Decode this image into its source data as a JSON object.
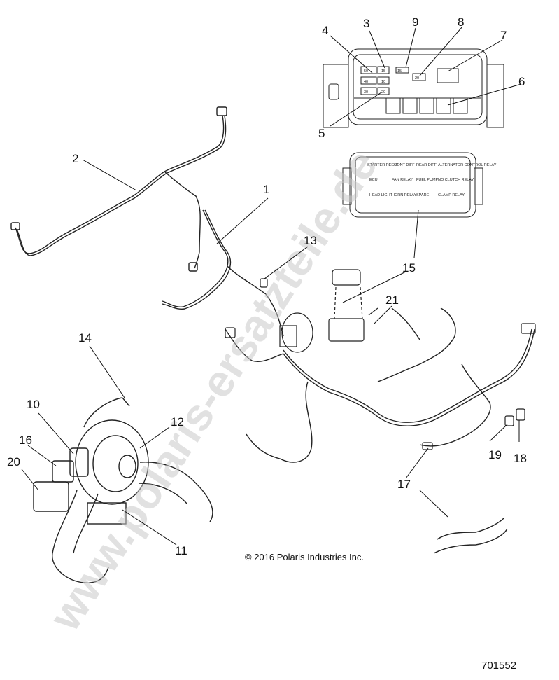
{
  "callouts": [
    {
      "num": "1"
    },
    {
      "num": "2"
    },
    {
      "num": "3"
    },
    {
      "num": "4"
    },
    {
      "num": "5"
    },
    {
      "num": "6"
    },
    {
      "num": "7"
    },
    {
      "num": "8"
    },
    {
      "num": "9"
    },
    {
      "num": "10"
    },
    {
      "num": "11"
    },
    {
      "num": "12"
    },
    {
      "num": "13"
    },
    {
      "num": "14"
    },
    {
      "num": "15"
    },
    {
      "num": "16"
    },
    {
      "num": "17"
    },
    {
      "num": "18"
    },
    {
      "num": "19"
    },
    {
      "num": "20"
    },
    {
      "num": "21"
    }
  ],
  "fuse_box_labels": [
    "50",
    "40",
    "30",
    "20",
    "15",
    "10",
    "15",
    "20"
  ],
  "relay_box_labels": [
    "STARTER RELAY",
    "FRONT DIFF",
    "REAR DIFF",
    "ALTERNATOR CONTROL RELAY",
    "ECU",
    "FAN RELAY",
    "FUEL PUMP",
    "NO CLUTCH RELAY",
    "HEAD LIGHT",
    "HORN RELAY",
    "SPARE",
    "CLAMP RELAY"
  ],
  "copyright": "© 2016 Polaris Industries Inc.",
  "part_number": "701552",
  "watermark": "www.polaris-ersatzteile.de"
}
